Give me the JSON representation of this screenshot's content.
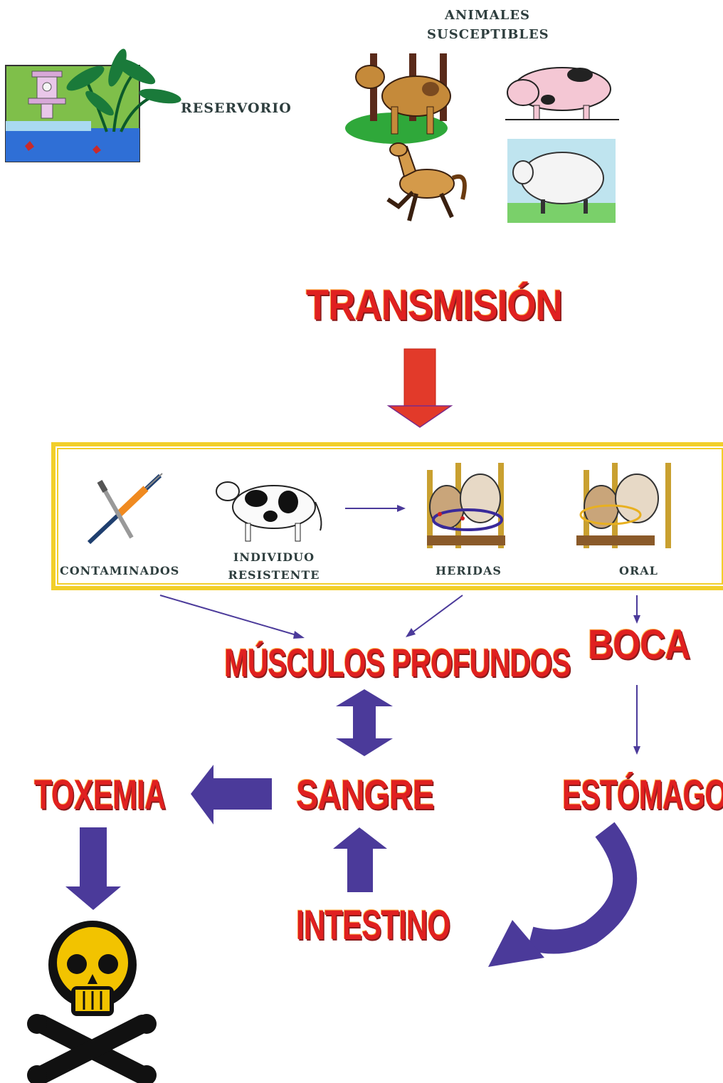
{
  "top": {
    "reservoir_label": "RESERVORIO",
    "susceptible_title_line1": "ANIMALES",
    "susceptible_title_line2": "SUSCEPTIBLES"
  },
  "transmission": {
    "title": "TRANSMISIÓN"
  },
  "routes": {
    "contaminated": "CONTAMINADOS",
    "resistant_line1": "INDIVIDUO",
    "resistant_line2": "RESISTENTE",
    "wounds": "HERIDAS",
    "oral": "ORAL"
  },
  "flow": {
    "deep_muscles": "MÚSCULOS PROFUNDOS",
    "mouth": "BOCA",
    "blood": "SANGRE",
    "stomach": "ESTÓMAGO",
    "toxemia": "TOXEMIA",
    "intestine": "INTESTINO"
  },
  "colors": {
    "title_red": "#e02020",
    "arrow_purple": "#4b3a9a",
    "arrow_red": "#e23a2a",
    "box_yellow": "#f2cf2a",
    "skull_yellow": "#f2c300"
  },
  "icons": [
    "reservoir-garden-icon",
    "cow-icon",
    "pig-icon",
    "horse-icon",
    "sheep-icon",
    "syringe-icon",
    "scalpel-icon",
    "holstein-cow-icon",
    "cattle-wounds-icon",
    "cattle-oral-icon",
    "skull-crossbones-icon"
  ]
}
